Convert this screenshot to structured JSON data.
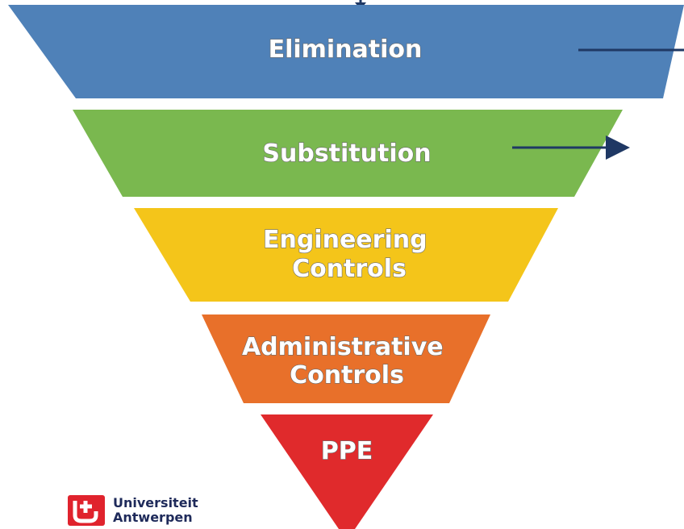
{
  "tiers": [
    {
      "key": "elimination",
      "lines": [
        "Elimination"
      ],
      "color": "#4f81b8"
    },
    {
      "key": "substitution",
      "lines": [
        "Substitution"
      ],
      "color": "#7ab84f"
    },
    {
      "key": "engineering",
      "lines": [
        "Engineering",
        "Controls"
      ],
      "color": "#f4c51a"
    },
    {
      "key": "administrative",
      "lines": [
        "Administrative",
        "Controls"
      ],
      "color": "#e8702a"
    },
    {
      "key": "ppe",
      "lines": [
        "PPE"
      ],
      "color": "#e02a2c"
    }
  ],
  "arrow_color": "#1f3864",
  "logo": {
    "line1": "Universiteit",
    "line2": "Antwerpen",
    "mark_color": "#e0232d",
    "text_color": "#1e2a5a"
  }
}
